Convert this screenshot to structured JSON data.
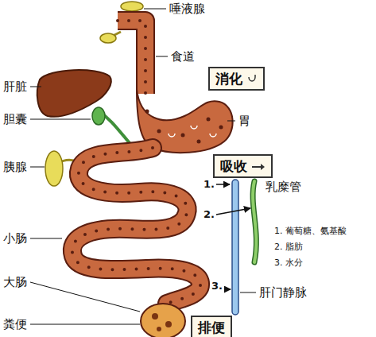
{
  "diagram": {
    "nodes": [
      {
        "text": [
          "消化"
        ]
      },
      {
        "text": [
          "吸收"
        ]
      },
      {
        "text": [
          "排便"
        ]
      }
    ],
    "labels": [
      "唾液腺",
      "食道",
      "肝脏",
      "胆囊",
      "胃",
      "胰腺",
      "小肠",
      "大肠",
      "粪便",
      "乳糜管",
      "肝门静脉",
      "1.",
      "2.",
      "3.",
      "1. 葡萄糖、氨基酸",
      "2. 脂肪",
      "3. 水分"
    ]
  }
}
